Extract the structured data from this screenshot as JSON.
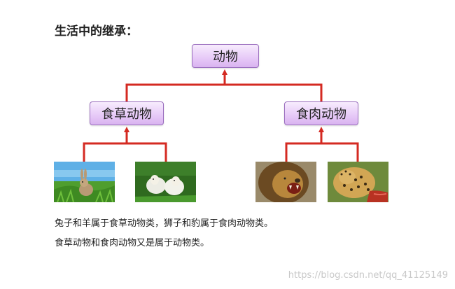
{
  "title": "生活中的继承：",
  "nodes": {
    "root": "动物",
    "herbivore": "食草动物",
    "carnivore": "食肉动物"
  },
  "photos": {
    "rabbit": "rabbit-photo",
    "sheep": "sheep-photo",
    "lion": "lion-photo",
    "leopard": "leopard-photo"
  },
  "captions": {
    "line1": "兔子和羊属于食草动物类，狮子和豹属于食肉动物类。",
    "line2": "食草动物和食肉动物又是属于动物类。"
  },
  "watermark": "https://blog.csdn.net/qq_41125149",
  "colors": {
    "connector": "#d42a22",
    "node_border": "#9b6fbf",
    "node_fill": "#e8ccf8"
  }
}
